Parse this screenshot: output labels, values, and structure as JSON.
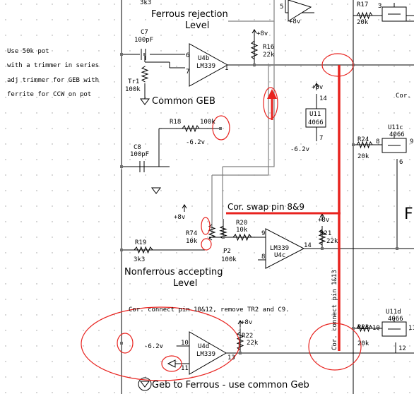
{
  "labels": {
    "ferrous_title_1": "Ferrous rejection",
    "ferrous_title_2": "Level",
    "common_geb": "Common GEB",
    "nonferrous_title_1": "Nonferrous accepting",
    "nonferrous_title_2": "Level",
    "geb_to_ferrous": "Geb to Ferrous - use common Geb",
    "cor_swap": "Cor. swap pin 8&9",
    "cor_connect_10_12": "Cor. connect pin 10&12, remove TR2 and C9.",
    "cor_connect_vertical": "Cor. connect pin 1&13",
    "cor_partial": "Cor.",
    "big_f": "F",
    "note_lines": [
      "Use 50k pot",
      "with a trimmer in series",
      "adj trimmer for GEB with",
      "ferrite for CCW on pot"
    ]
  },
  "components": {
    "c7_name": "C7",
    "c7_val": "100pF",
    "c8_name": "C8",
    "c8_val": "100pF",
    "r16_name": "R16",
    "r16_val": "22k",
    "r18_name": "R18",
    "r18_val": "100k",
    "r19_name": "R19",
    "r19_val": "3k3",
    "r20_name": "R20",
    "r20_val": "10k",
    "r21_name": "R21",
    "r21_val": "22k",
    "r22_name": "R22",
    "r22_val": "22k",
    "r23_name": "R23",
    "r23_val": "20k",
    "r24_name": "R24",
    "r24_val": "20k",
    "r17_name": "R17",
    "r17_val": "20k",
    "r74_name": "R74",
    "r74_val": "10k",
    "p2_name": "P2",
    "p2_val": "100k",
    "tr1_name": "Tr1",
    "tr1_val": "100k",
    "top_3k3": "3k3",
    "u4b_name": "U4b",
    "u4b_part": "LM339",
    "u4c_name": "U4c",
    "u4c_part": "LM339",
    "u4d_name": "U4d",
    "u4d_part": "LM339",
    "u11_name": "U11",
    "u11_part": "4066",
    "u11c_name": "U11c",
    "u11c_part": "4066",
    "u11d_name": "U11d",
    "u11d_part": "4066"
  },
  "nets": {
    "plus8v": "+8v",
    "minus6v2": "-6.2v",
    "minus6v2_b": "-6.2v"
  },
  "pins": {
    "u4b_in_a": "6",
    "u4b_in_b": "7",
    "u4b_out": "1",
    "u4c_in_a": "9",
    "u4c_in_b": "8",
    "u4c_out": "14",
    "u4d_in_a": "10",
    "u4d_in_b": "11",
    "u4d_out": "13",
    "u11_top": "14",
    "u11_bot": "7",
    "u11c_a": "8",
    "u11c_b": "9",
    "u11c_c": "6",
    "u11d_a": "10",
    "u11d_b": "11",
    "u11d_c": "12",
    "top_5": "5",
    "top_3": "3"
  },
  "colors": {
    "wire": "#000000",
    "gray_wire": "#808080",
    "annotation": "#e8231f",
    "grid_dot": "#9a9a9a",
    "background": "#ffffff"
  }
}
